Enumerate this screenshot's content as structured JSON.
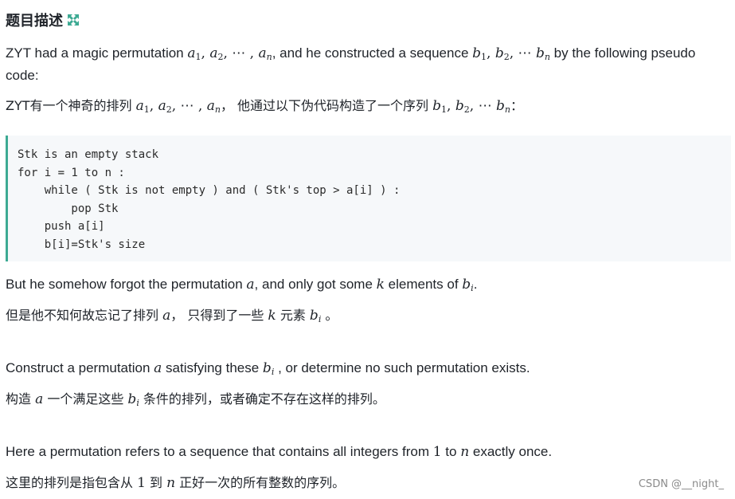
{
  "header": {
    "title": "题目描述",
    "icon": "expand-icon",
    "icon_color": "#3daa93"
  },
  "en1": {
    "a": "ZYT had a magic permutation ",
    "b": ", and he constructed a sequence ",
    "c": " by the following pseudo",
    "d": "code:"
  },
  "zh1": {
    "a": "ZYT有一个神奇的排列 ",
    "b": "， 他通过以下伪代码构造了一个序列 ",
    "c": "："
  },
  "math": {
    "a": "a",
    "b": "b",
    "one": "1",
    "two": "2",
    "n": "n",
    "i": "i",
    "k": "k",
    "comma": ",",
    "dots": "⋯",
    "dotsc": ", ⋯ ,"
  },
  "code": {
    "lines": [
      "Stk is an empty stack",
      "for i = 1 to n :",
      "    while ( Stk is not empty ) and ( Stk's top > a[i] ) :",
      "        pop Stk",
      "    push a[i]",
      "    b[i]=Stk's size"
    ],
    "accent": "#3daa93"
  },
  "en2": {
    "a": "But he somehow forgot the permutation ",
    "b": ", and only got some ",
    "c": " elements of ",
    "d": "."
  },
  "zh2": {
    "a": "但是他不知何故忘记了排列 ",
    "b": "， 只得到了一些 ",
    "c": " 元素 ",
    "d": " 。"
  },
  "en3": {
    "a": "Construct a permutation ",
    "b": " satisfying these ",
    "c": " , or determine no such permutation exists."
  },
  "zh3": {
    "a": "构造 ",
    "b": " 一个满足这些 ",
    "c": " 条件的排列，或者确定不存在这样的排列。"
  },
  "en4": {
    "a": "Here a permutation refers to a sequence that contains all integers from ",
    "b": " to ",
    "c": " exactly once."
  },
  "zh4": {
    "a": "这里的排列是指包含从 ",
    "b": " 到 ",
    "c": " 正好一次的所有整数的序列。"
  },
  "watermark": "CSDN @__night_"
}
